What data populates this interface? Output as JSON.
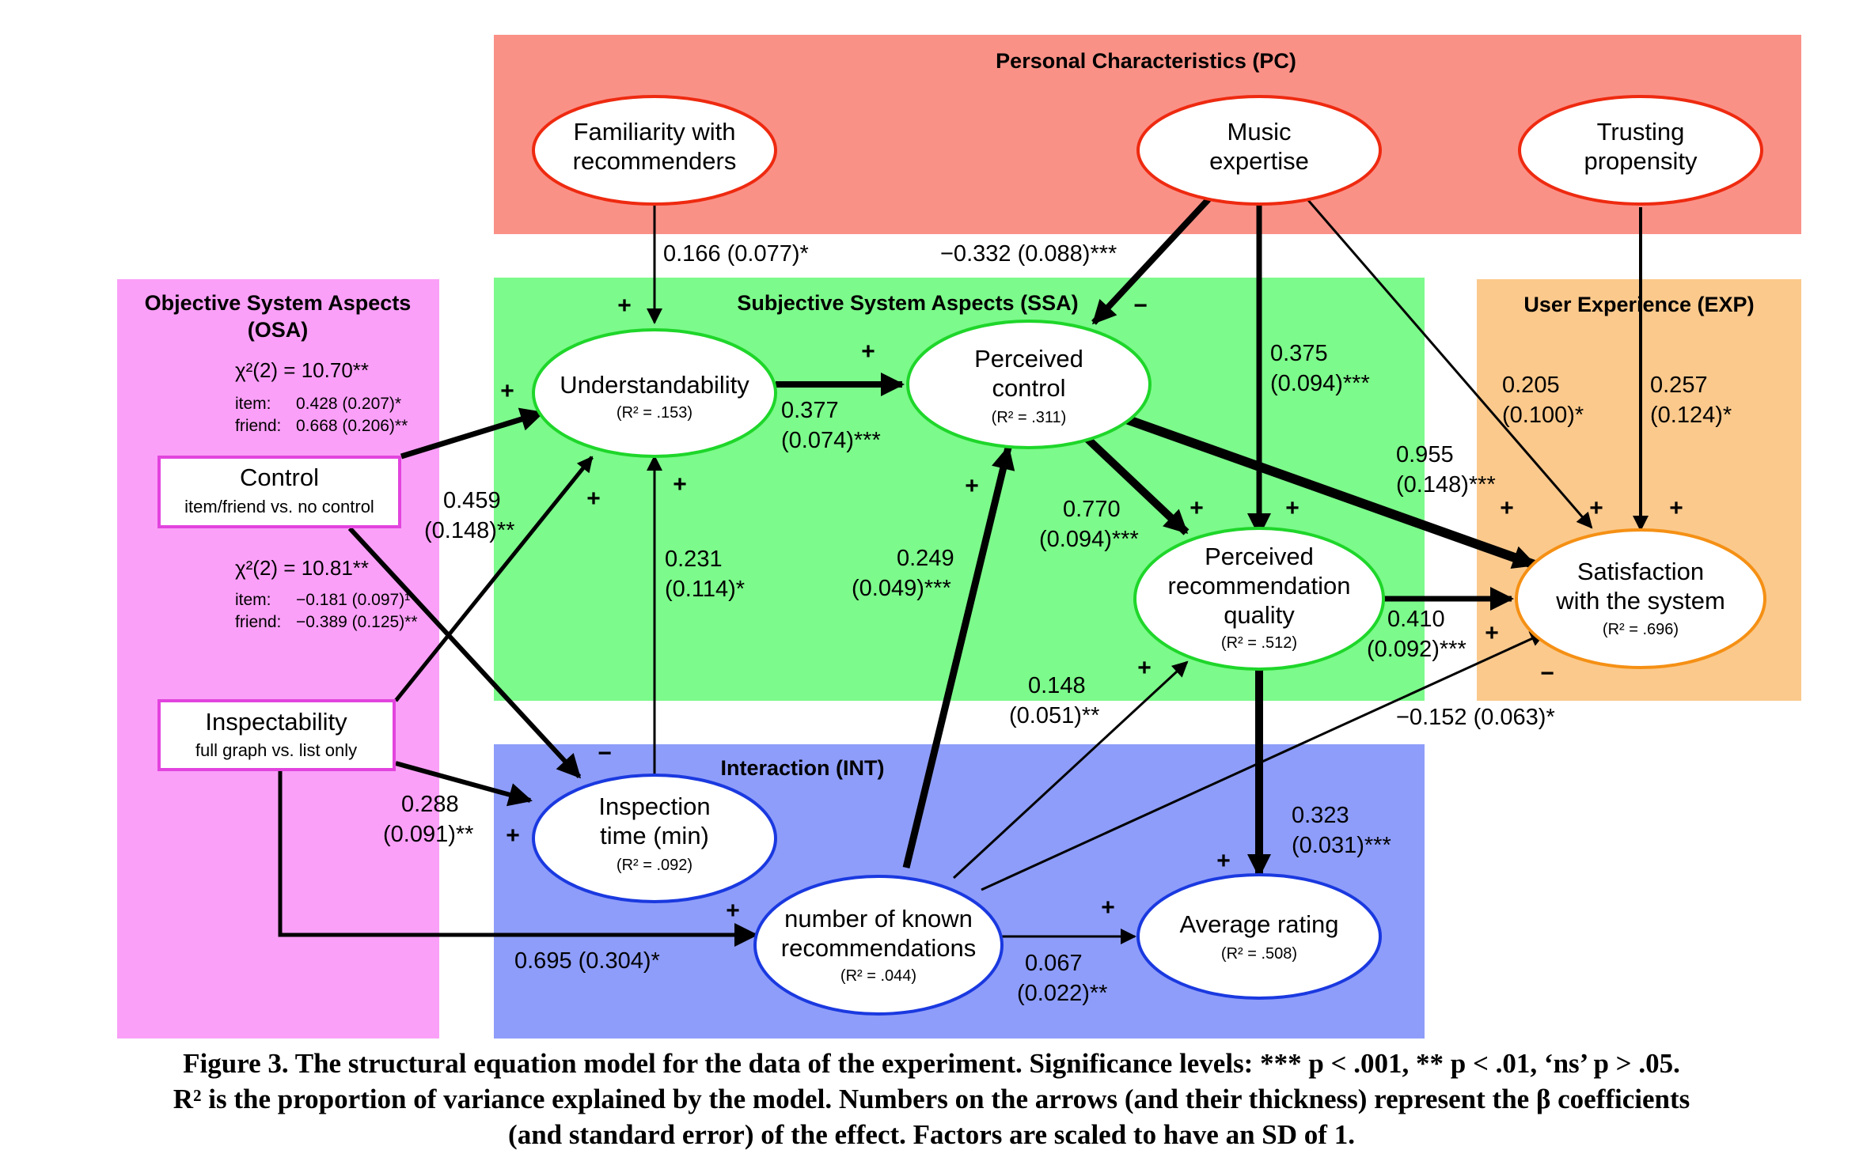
{
  "colors": {
    "pc_region": "#fa9187",
    "ssa_region": "#7cfa8b",
    "exp_region": "#fbc98c",
    "osa_region": "#faa0f8",
    "int_region": "#8e9df9",
    "pc_stroke": "#ee2a10",
    "ssa_stroke": "#1ed62a",
    "exp_stroke": "#f59014",
    "int_stroke": "#1a39e0",
    "osa_stroke": "#e244de"
  },
  "regions": {
    "pc": "Personal Characteristics (PC)",
    "ssa": "Subjective System Aspects (SSA)",
    "exp": "User Experience (EXP)",
    "osa": [
      "Objective System Aspects",
      "(OSA)"
    ],
    "int": "Interaction (INT)"
  },
  "nodes": {
    "familiarity": {
      "lines": [
        "Familiarity with",
        "recommenders"
      ]
    },
    "music": {
      "lines": [
        "Music",
        "expertise"
      ]
    },
    "trusting": {
      "lines": [
        "Trusting",
        "propensity"
      ]
    },
    "understandability": {
      "lines": [
        "Understandability"
      ],
      "r2": "(R² = .153)"
    },
    "control_perceived": {
      "lines": [
        "Perceived",
        "control"
      ],
      "r2": "(R² = .311)"
    },
    "quality": {
      "lines": [
        "Perceived",
        "recommendation",
        "quality"
      ],
      "r2": "(R² = .512)"
    },
    "satisfaction": {
      "lines": [
        "Satisfaction",
        "with the system"
      ],
      "r2": "(R² = .696)"
    },
    "inspection_time": {
      "lines": [
        "Inspection",
        "time (min)"
      ],
      "r2": "(R² = .092)"
    },
    "known": {
      "lines": [
        "number of known",
        "recommendations"
      ],
      "r2": "(R² = .044)"
    },
    "rating": {
      "lines": [
        "Average rating"
      ],
      "r2": "(R² = .508)"
    },
    "control": {
      "title": "Control",
      "sub": "item/friend vs. no control"
    },
    "inspectability": {
      "title": "Inspectability",
      "sub": "full graph vs. list only"
    }
  },
  "stats": {
    "control": {
      "chi": "χ²(2) = 10.70**",
      "rows": [
        [
          "item:",
          "0.428 (0.207)*"
        ],
        [
          "friend:",
          "0.668 (0.206)**"
        ]
      ]
    },
    "inspectability": {
      "chi": "χ²(2) = 10.81**",
      "rows": [
        [
          "item:",
          "−0.181 (0.097)¹"
        ],
        [
          "friend:",
          "−0.389 (0.125)**"
        ]
      ]
    }
  },
  "coefficients": {
    "fam_und": [
      "0.166 (0.077)*"
    ],
    "mus_pc": [
      "−0.332 (0.088)***"
    ],
    "mus_q": [
      "0.375",
      "(0.094)***"
    ],
    "mus_sat": [
      "0.205",
      "(0.100)*"
    ],
    "tr_sat": [
      "0.257",
      "(0.124)*"
    ],
    "und_pc": [
      "0.377",
      "(0.074)***"
    ],
    "pc_sat": [
      "0.955",
      "(0.148)***"
    ],
    "pc_q": [
      "0.770",
      "(0.094)***"
    ],
    "q_sat": [
      "0.410",
      "(0.092)***"
    ],
    "q_rat": [
      "0.323",
      "(0.031)***"
    ],
    "insp_und": [
      "0.459",
      "(0.148)**"
    ],
    "it_und": [
      "0.231",
      "(0.114)*"
    ],
    "kn_pc": [
      "0.249",
      "(0.049)***"
    ],
    "kn_q": [
      "0.148",
      "(0.051)**"
    ],
    "kn_sat": [
      "−0.152 (0.063)*"
    ],
    "insp_it": [
      "0.288",
      "(0.091)**"
    ],
    "insp_kn": [
      "0.695 (0.304)*"
    ],
    "kn_rat": [
      "0.067",
      "(0.022)**"
    ]
  },
  "caption": [
    "Figure 3. The structural equation model for the data of the experiment. Significance levels: *** p < .001, ** p < .01, ‘ns’ p > .05.",
    "R² is the proportion of variance explained by the model. Numbers on the arrows (and their thickness) represent the β coefficients",
    "(and standard error) of the effect. Factors are scaled to have an SD of 1."
  ]
}
